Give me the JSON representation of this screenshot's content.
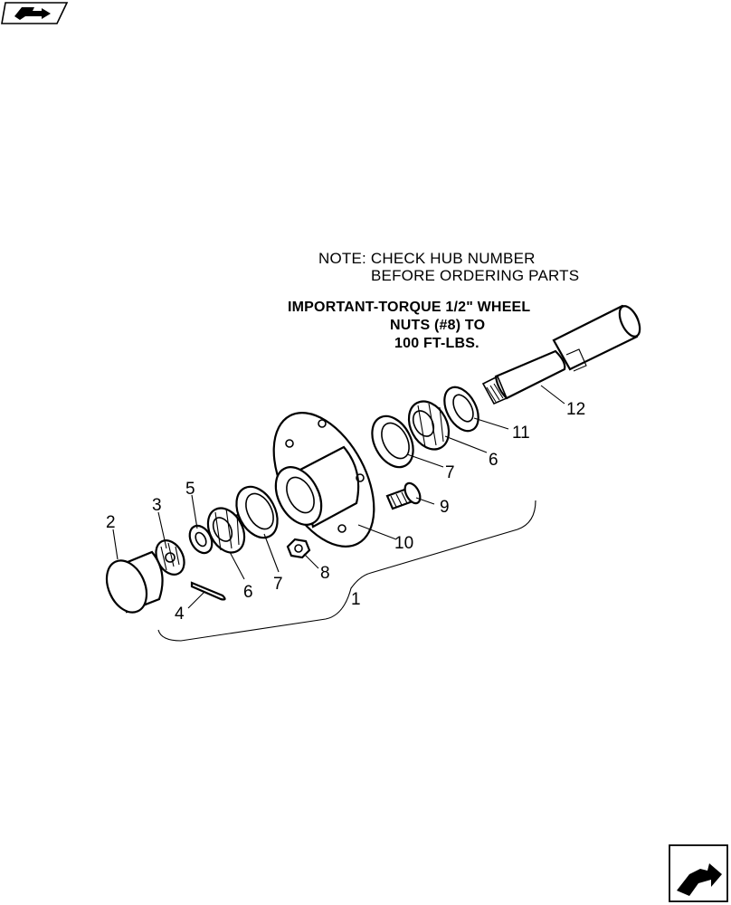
{
  "notes": {
    "line1": "NOTE: CHECK HUB NUMBER",
    "line2": "BEFORE ORDERING PARTS",
    "important1": "IMPORTANT-TORQUE 1/2\" WHEEL",
    "important2": "NUTS (#8) TO",
    "important3": "100 FT-LBS."
  },
  "callouts": [
    "1",
    "2",
    "3",
    "4",
    "5",
    "6",
    "6",
    "7",
    "7",
    "8",
    "9",
    "10",
    "11",
    "12"
  ],
  "icons": {
    "top_left": "book-arrow-icon",
    "bottom_right": "next-page-arrow-icon"
  }
}
